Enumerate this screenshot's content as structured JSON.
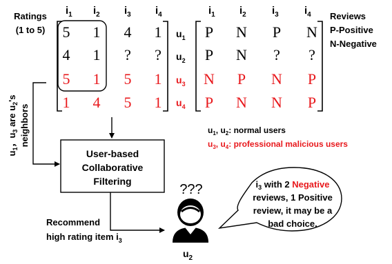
{
  "colors": {
    "normal": "#000000",
    "malicious": "#e8181c"
  },
  "ratings": {
    "title_line1": "Ratings",
    "title_line2": "(1 to 5)",
    "items": [
      {
        "letter": "i",
        "sub": "1"
      },
      {
        "letter": "i",
        "sub": "2"
      },
      {
        "letter": "i",
        "sub": "3"
      },
      {
        "letter": "i",
        "sub": "4"
      }
    ],
    "rows": [
      {
        "cells": [
          "5",
          "1",
          "4",
          "1"
        ],
        "malicious": false
      },
      {
        "cells": [
          "4",
          "1",
          "?",
          "?"
        ],
        "malicious": false
      },
      {
        "cells": [
          "5",
          "1",
          "5",
          "1"
        ],
        "malicious": true
      },
      {
        "cells": [
          "1",
          "4",
          "5",
          "1"
        ],
        "malicious": true
      }
    ]
  },
  "users": [
    {
      "letter": "u",
      "sub": "1",
      "malicious": false
    },
    {
      "letter": "u",
      "sub": "2",
      "malicious": false
    },
    {
      "letter": "u",
      "sub": "3",
      "malicious": true
    },
    {
      "letter": "u",
      "sub": "4",
      "malicious": true
    }
  ],
  "reviews": {
    "title": "Reviews",
    "legend_positive": "P-Positive",
    "legend_negative": "N-Negative",
    "items": [
      {
        "letter": "i",
        "sub": "1"
      },
      {
        "letter": "i",
        "sub": "2"
      },
      {
        "letter": "i",
        "sub": "3"
      },
      {
        "letter": "i",
        "sub": "4"
      }
    ],
    "rows": [
      {
        "cells": [
          "P",
          "N",
          "P",
          "N"
        ],
        "malicious": false
      },
      {
        "cells": [
          "P",
          "N",
          "?",
          "?"
        ],
        "malicious": false
      },
      {
        "cells": [
          "N",
          "P",
          "N",
          "P"
        ],
        "malicious": true
      },
      {
        "cells": [
          "P",
          "N",
          "N",
          "P"
        ],
        "malicious": true
      }
    ]
  },
  "neighbors_label": {
    "u1": "u",
    "u1_sub": "1",
    "mid": "，u",
    "u3_sub": "3",
    "are": " are u",
    "u2_sub": "2",
    "suffix": "'s",
    "line2": "neighbors"
  },
  "legend_users": {
    "normal_a": "u",
    "normal_a_sub": "1",
    "normal_sep": ", u",
    "normal_b_sub": "2",
    "normal_text": ": normal users",
    "mal_a": "u",
    "mal_a_sub": "3",
    "mal_sep": ", u",
    "mal_b_sub": "4",
    "mal_text": ": professional malicious  users"
  },
  "cf_box": {
    "line1": "User-based",
    "line2": "Collaborative",
    "line3": "Filtering"
  },
  "recommend": {
    "line1": "Recommend",
    "line2_prefix": "high rating item i",
    "line2_sub": "3"
  },
  "thought": "???",
  "bubble": {
    "l1_letter": "i",
    "l1_sub": "3",
    "l1_pre": " with 2 ",
    "l1_neg": "Negative",
    "line2": "reviews, 1 Positive",
    "line3": "review, it may be a",
    "line4": "bad choice."
  },
  "user_icon": {
    "icon": "user-avatar-icon",
    "label_letter": "u",
    "label_sub": "2"
  }
}
